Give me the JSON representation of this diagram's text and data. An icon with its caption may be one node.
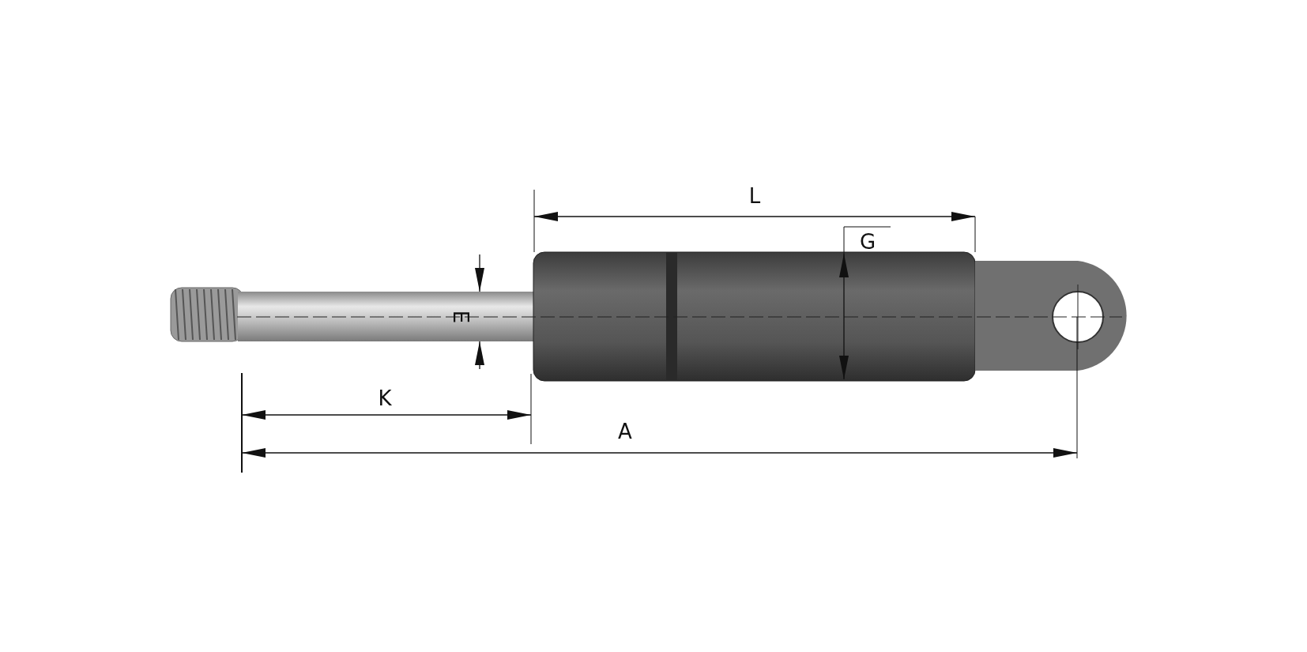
{
  "diagram": {
    "labels": [
      "L",
      "G",
      "E",
      "K",
      "A"
    ]
  }
}
